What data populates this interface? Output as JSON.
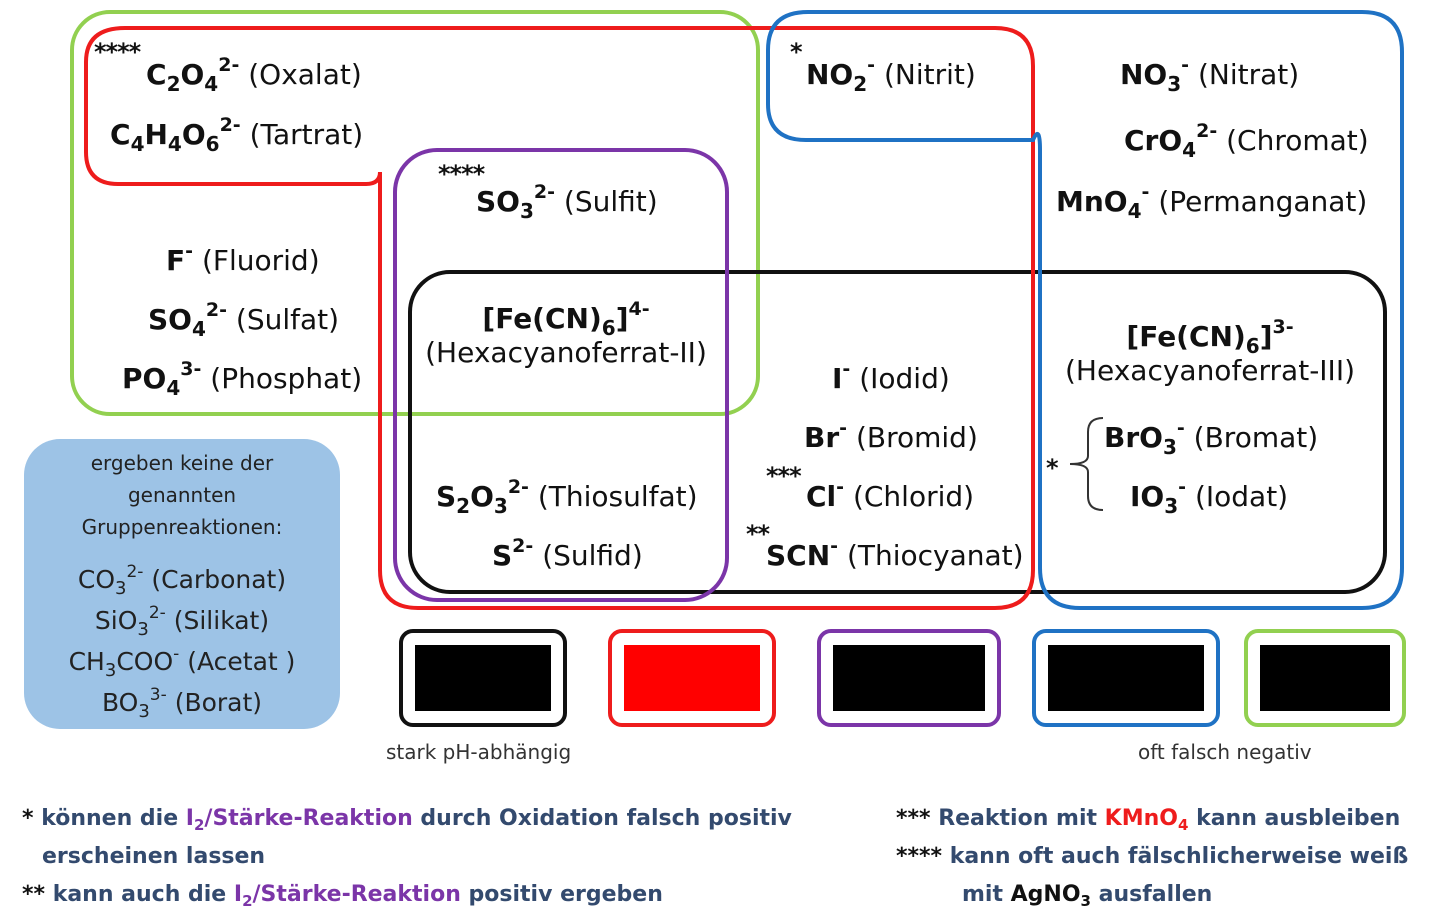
{
  "colors": {
    "green": "#92d050",
    "red": "#ee1c1c",
    "purple": "#7b35a8",
    "blue": "#1f72c4",
    "black": "#111111",
    "lightblue_fill": "#9dc3e6",
    "footnote_text": "#334a6e"
  },
  "ions": {
    "oxalat": {
      "formula": "C",
      "sub1": "2",
      "mid": "O",
      "sub2": "4",
      "charge": "2-",
      "name": "(Oxalat)",
      "marker": "****"
    },
    "tartrat": {
      "p1": "C",
      "s1": "4",
      "p2": "H",
      "s2": "4",
      "p3": "O",
      "s3": "6",
      "charge": "2-",
      "name": "(Tartrat)"
    },
    "fluorid": {
      "formula": "F",
      "charge": "-",
      "name": "(Fluorid)"
    },
    "sulfat": {
      "formula": "SO",
      "sub": "4",
      "charge": "2-",
      "name": "(Sulfat)"
    },
    "phosphat": {
      "formula": "PO",
      "sub": "4",
      "charge": "3-",
      "name": "(Phosphat)"
    },
    "sulfit": {
      "formula": "SO",
      "sub": "3",
      "charge": "2-",
      "name": "(Sulfit)",
      "marker": "****"
    },
    "hexacyanoferrat2": {
      "formula": "[Fe(CN)",
      "sub": "6",
      "close": "]",
      "charge": "4-",
      "name": "(Hexacyanoferrat-II)"
    },
    "thiosulfat": {
      "p1": "S",
      "s1": "2",
      "p2": "O",
      "s2": "3",
      "charge": "2-",
      "name": "(Thiosulfat)"
    },
    "sulfid": {
      "formula": "S",
      "charge": "2-",
      "name": "(Sulfid)"
    },
    "nitrit": {
      "formula": "NO",
      "sub": "2",
      "charge": "-",
      "name": "(Nitrit)",
      "marker": "*"
    },
    "iodid": {
      "formula": "I",
      "charge": "-",
      "name": "(Iodid)"
    },
    "bromid": {
      "formula": "Br",
      "charge": "-",
      "name": "(Bromid)"
    },
    "chlorid": {
      "formula": "Cl",
      "charge": "-",
      "name": "(Chlorid)",
      "marker": "***"
    },
    "thiocyanat": {
      "formula": "SCN",
      "charge": "-",
      "name": "(Thiocyanat)",
      "marker": "**"
    },
    "nitrat": {
      "formula": "NO",
      "sub": "3",
      "charge": "-",
      "name": "(Nitrat)"
    },
    "chromat": {
      "formula": "CrO",
      "sub": "4",
      "charge": "2-",
      "name": "(Chromat)"
    },
    "permanganat": {
      "formula": "MnO",
      "sub": "4",
      "charge": "-",
      "name": "(Permanganat)"
    },
    "hexacyanoferrat3": {
      "formula": "[Fe(CN)",
      "sub": "6",
      "close": "]",
      "charge": "3-",
      "name": "(Hexacyanoferrat-III)"
    },
    "bromat": {
      "formula": "BrO",
      "sub": "3",
      "charge": "-",
      "name": "(Bromat)"
    },
    "iodat": {
      "formula": "IO",
      "sub": "3",
      "charge": "-",
      "name": "(Iodat)"
    },
    "bracket_marker": "*"
  },
  "no_reaction_box": {
    "line1": "ergeben keine der",
    "line2": "genannten",
    "line3": "Gruppenreaktionen:",
    "carbonat": {
      "formula": "CO",
      "sub": "3",
      "charge": "2-",
      "name": "(Carbonat)"
    },
    "silikat": {
      "formula": "SiO",
      "sub": "3",
      "charge": "2-",
      "name": "(Silikat)"
    },
    "acetat": {
      "formula": "CH",
      "sub": "3",
      "rest": "COO",
      "charge": "-",
      "name": "(Acetat )"
    },
    "borat": {
      "formula": "BO",
      "sub": "3",
      "charge": "3-",
      "name": "(Borat)"
    }
  },
  "legend": {
    "black_note": "stark pH-abhängig",
    "green_note": "oft falsch negativ"
  },
  "footnotes": {
    "f1_star": "*",
    "f1_a": "können die ",
    "f1_i": "I",
    "f1_sub": "2",
    "f1_b": "/Stärke-Reaktion",
    "f1_c": " durch Oxidation falsch positiv",
    "f1_line2": "erscheinen lassen",
    "f2_star": "**",
    "f2_a": "kann auch die ",
    "f2_i": "I",
    "f2_sub": "2",
    "f2_b": "/Stärke-Reaktion",
    "f2_c": " positiv ergeben",
    "f3_star": "***",
    "f3_a": "Reaktion mit ",
    "f3_k": "KMnO",
    "f3_sub": "4",
    "f3_c": " kann ausbleiben",
    "f4_star": "****",
    "f4_a": "kann oft auch fälschlicherweise weiß",
    "f4_b": "mit ",
    "f4_ag": "AgNO",
    "f4_sub": "3",
    "f4_c": " ausfallen"
  }
}
